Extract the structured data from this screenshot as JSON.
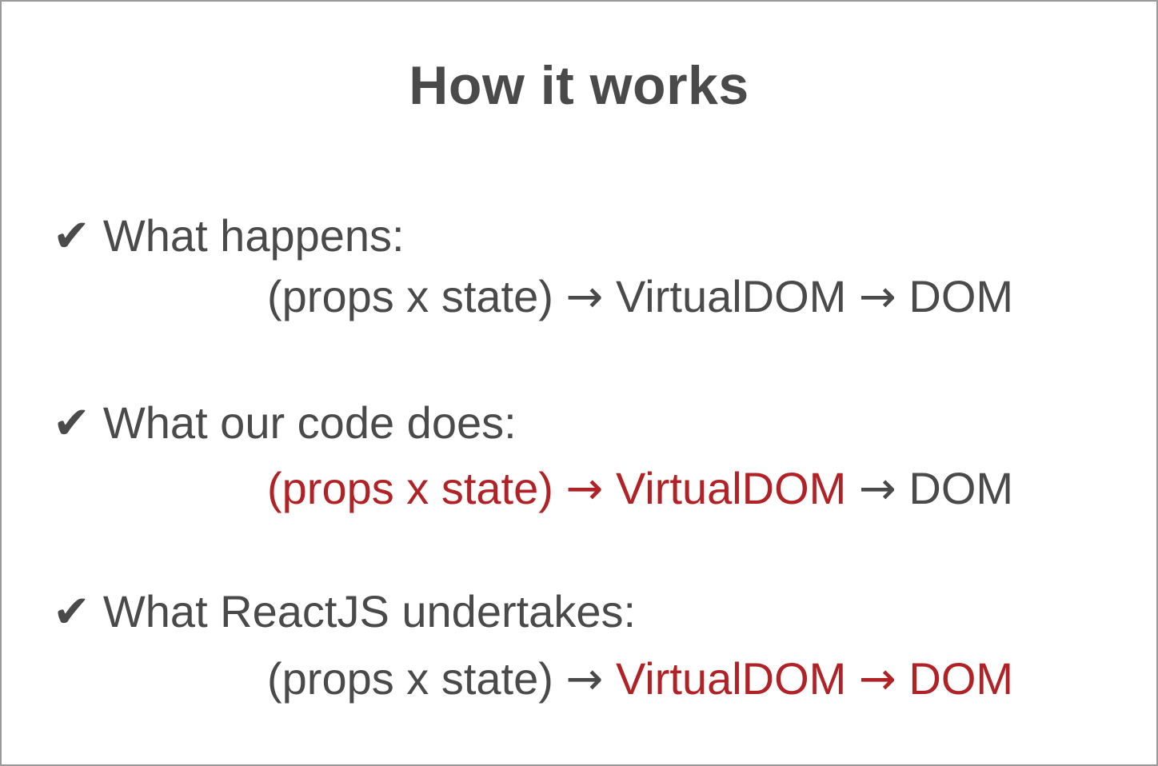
{
  "slide": {
    "title": "How it works",
    "checkmark": "✔",
    "colors": {
      "gray": "#4a4a4a",
      "red": "#b12227",
      "border": "#9a9a9a",
      "background": "#ffffff"
    },
    "bullets": [
      {
        "heading": "What happens:",
        "formula": [
          {
            "text": "(props x state)",
            "color": "gray"
          },
          {
            "text": "→",
            "color": "gray"
          },
          {
            "text": "VirtualDOM",
            "color": "gray"
          },
          {
            "text": "→",
            "color": "gray"
          },
          {
            "text": "DOM",
            "color": "gray"
          }
        ]
      },
      {
        "heading": "What our code does:",
        "formula": [
          {
            "text": "(props x state)",
            "color": "red"
          },
          {
            "text": "→",
            "color": "red"
          },
          {
            "text": "VirtualDOM",
            "color": "red"
          },
          {
            "text": "→",
            "color": "gray"
          },
          {
            "text": "DOM",
            "color": "gray"
          }
        ]
      },
      {
        "heading": "What ReactJS undertakes:",
        "formula": [
          {
            "text": "(props x state)",
            "color": "gray"
          },
          {
            "text": "→",
            "color": "gray"
          },
          {
            "text": "VirtualDOM",
            "color": "red"
          },
          {
            "text": "→",
            "color": "red"
          },
          {
            "text": "DOM",
            "color": "red"
          }
        ]
      }
    ]
  }
}
